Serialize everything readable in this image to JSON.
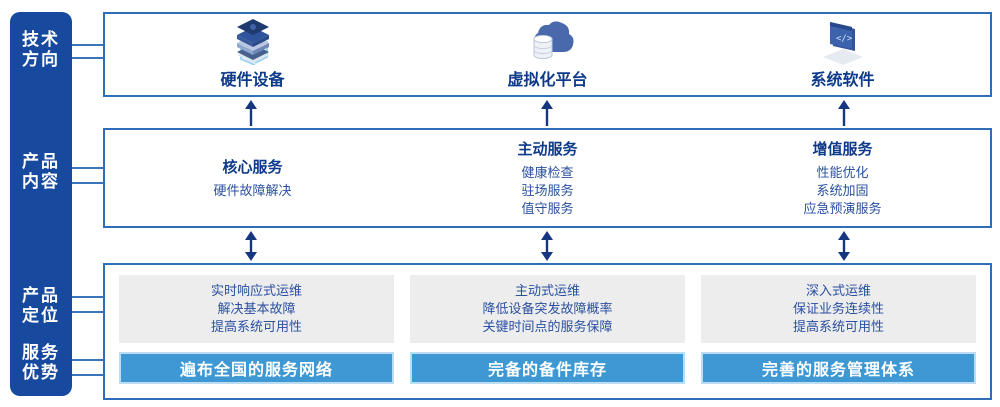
{
  "sidebar": {
    "labels": [
      {
        "lines": [
          "技术",
          "方向"
        ]
      },
      {
        "lines": [
          "产品",
          "内容"
        ]
      },
      {
        "lines": [
          "产品",
          "定位"
        ]
      },
      {
        "lines": [
          "服务",
          "优势"
        ]
      }
    ]
  },
  "tech_direction": {
    "items": [
      {
        "icon": "server-stack-icon",
        "label": "硬件设备"
      },
      {
        "icon": "cloud-platform-icon",
        "label": "虚拟化平台"
      },
      {
        "icon": "software-window-icon",
        "label": "系统软件"
      }
    ]
  },
  "product_content": {
    "columns": [
      {
        "title": "核心服务",
        "items": [
          "硬件故障解决"
        ]
      },
      {
        "title": "主动服务",
        "items": [
          "健康检查",
          "驻场服务",
          "值守服务"
        ]
      },
      {
        "title": "增值服务",
        "items": [
          "性能优化",
          "系统加固",
          "应急预演服务"
        ]
      }
    ]
  },
  "product_positioning": {
    "columns": [
      {
        "description": [
          "实时响应式运维",
          "解决基本故障",
          "提高系统可用性"
        ],
        "advantage": "遍布全国的服务网络"
      },
      {
        "description": [
          "主动式运维",
          "降低设备突发故障概率",
          "关键时间点的服务保障"
        ],
        "advantage": "完备的备件库存"
      },
      {
        "description": [
          "深入式运维",
          "保证业务连续性",
          "提高系统可用性"
        ],
        "advantage": "完善的服务管理体系"
      }
    ]
  },
  "colors": {
    "sidebar_blue": "#17499e",
    "box_border_blue": "#2e6db7",
    "title_navy": "#0d3a8a",
    "body_navy": "#2a509f",
    "arrow_navy": "#16377f",
    "panel_gray": "#ededee",
    "advantage_blue": "#3e98d3"
  }
}
